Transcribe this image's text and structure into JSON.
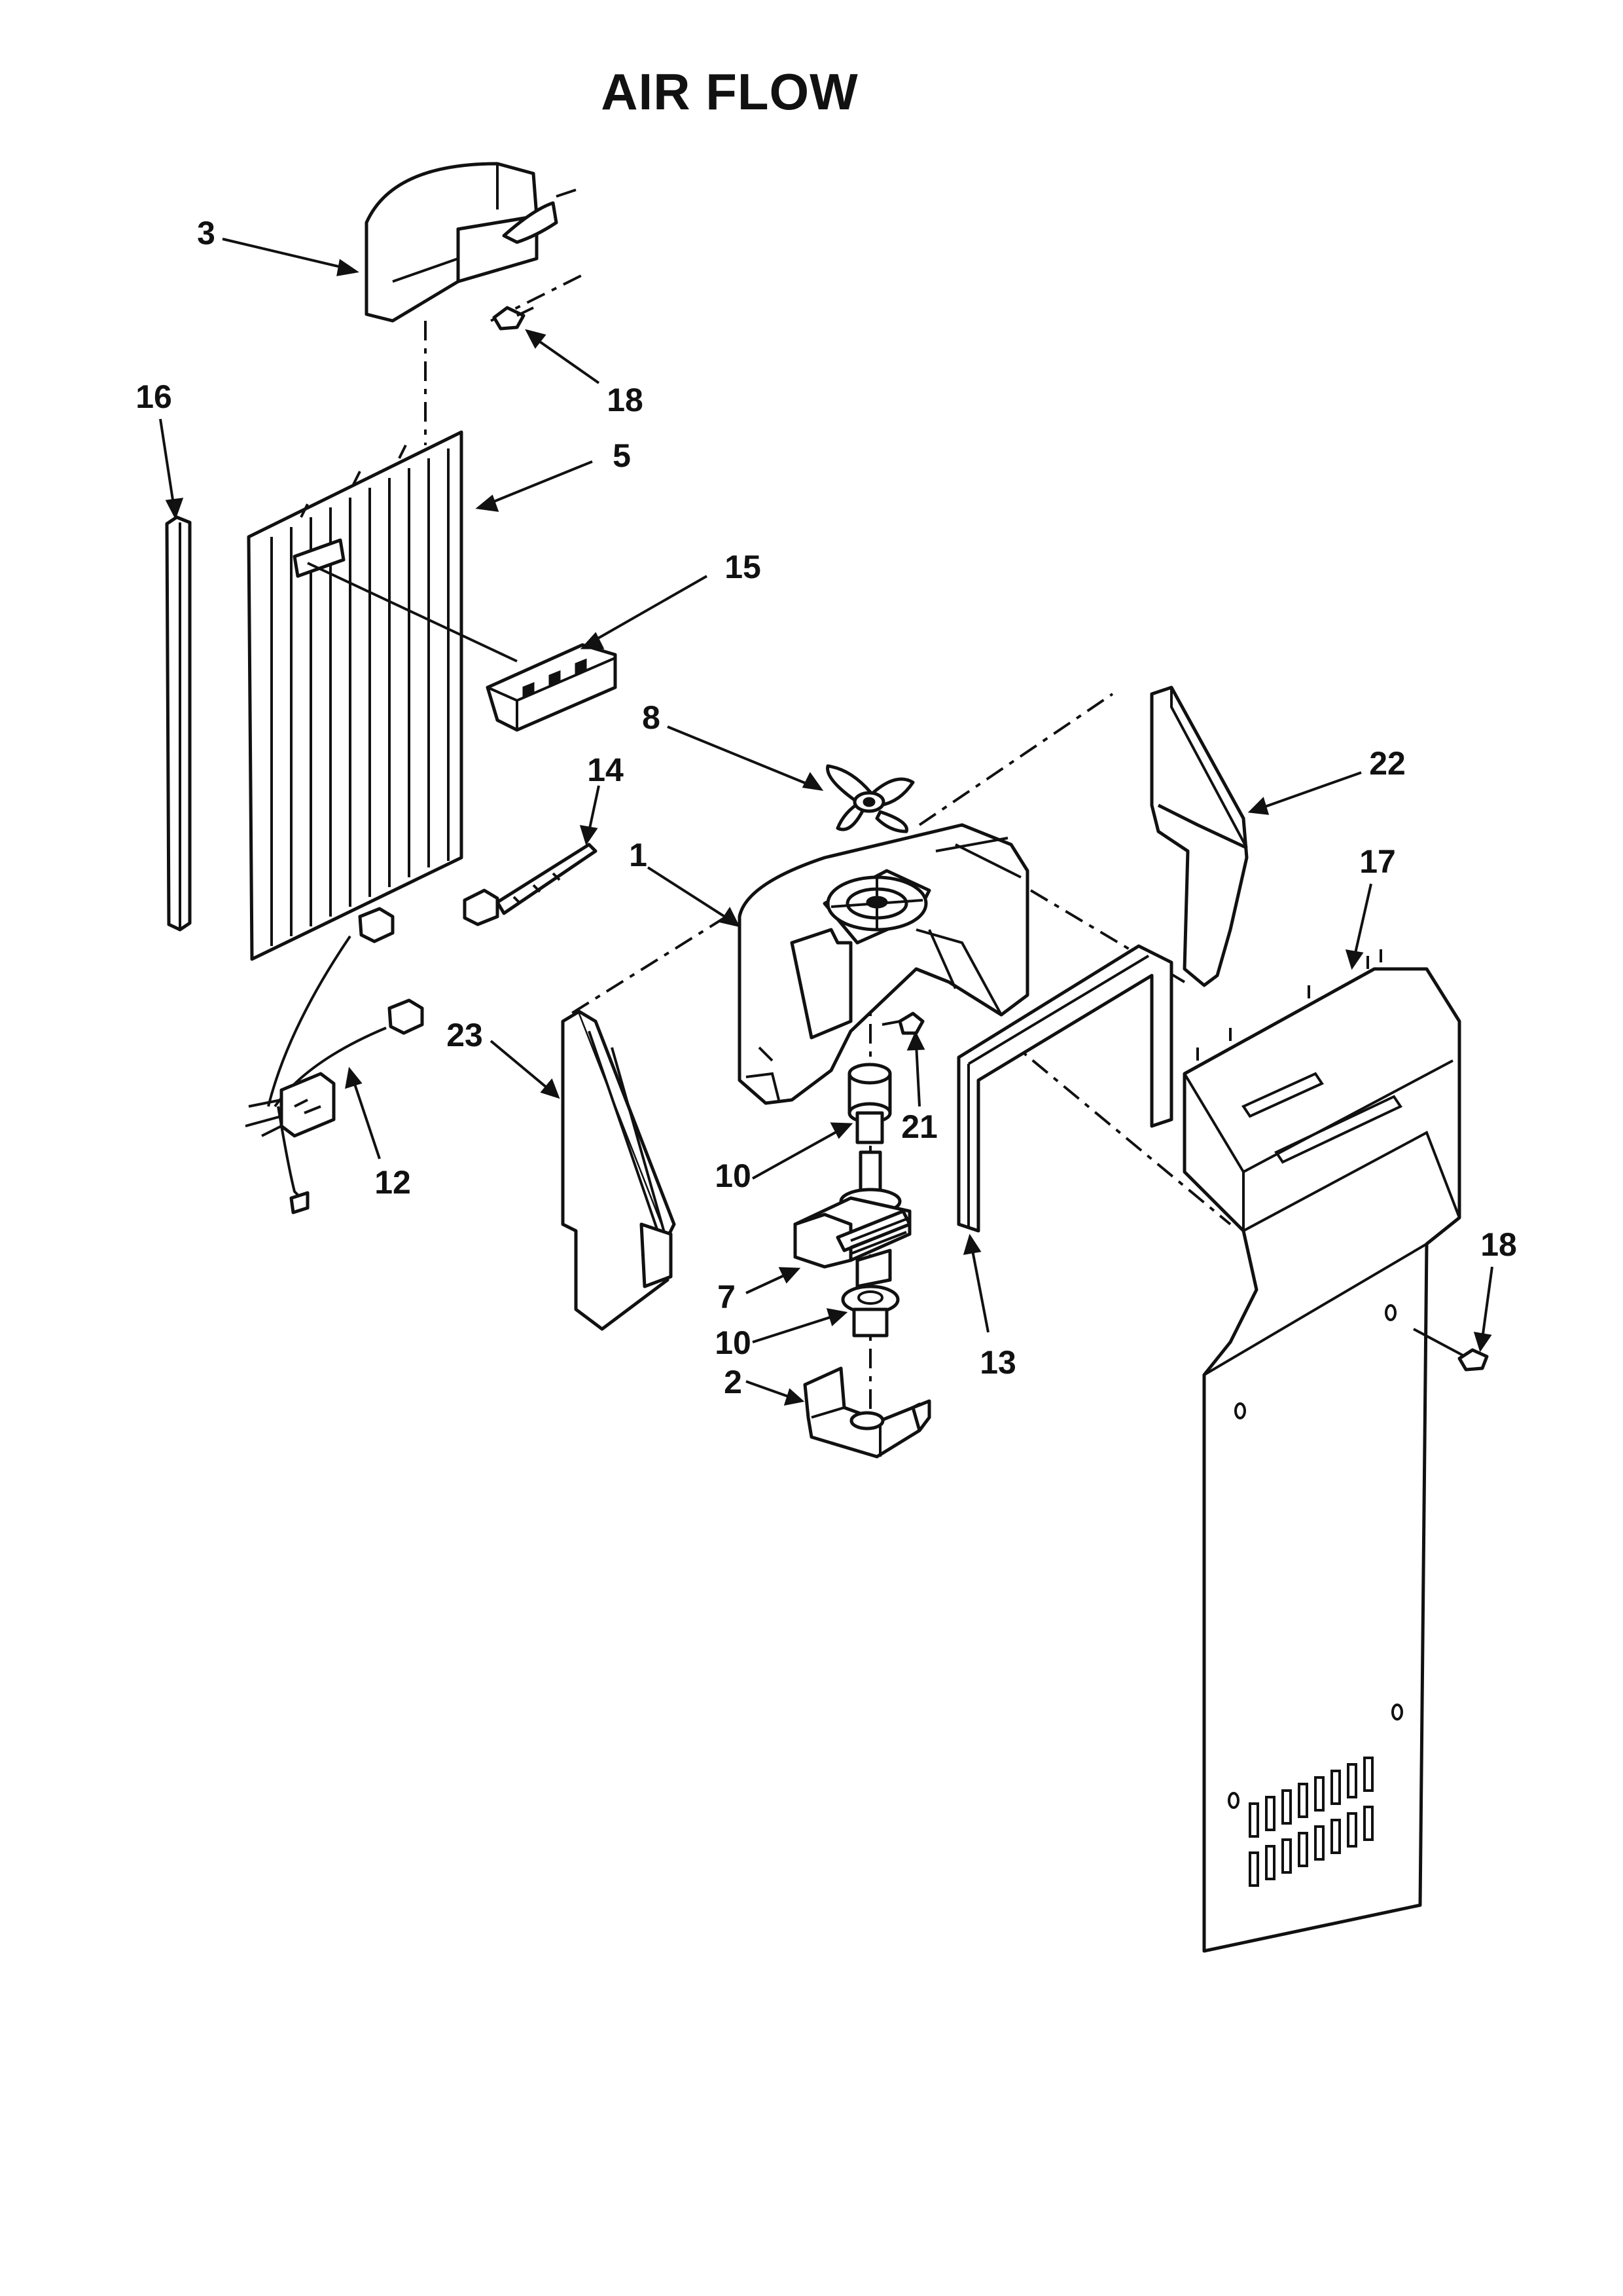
{
  "title": "AIR FLOW",
  "parts": [
    {
      "key": "evaporator-cover",
      "callout": "3"
    },
    {
      "key": "screw-top",
      "callout": "18"
    },
    {
      "key": "vertical-strip",
      "callout": "16"
    },
    {
      "key": "evaporator-grille",
      "callout": "5"
    },
    {
      "key": "thermistor-bracket",
      "callout": "15"
    },
    {
      "key": "fan-blade",
      "callout": "8"
    },
    {
      "key": "air-duct-right",
      "callout": "22"
    },
    {
      "key": "thermistor",
      "callout": "14"
    },
    {
      "key": "fan-housing",
      "callout": "1"
    },
    {
      "key": "rear-panel",
      "callout": "17"
    },
    {
      "key": "air-duct-left",
      "callout": "23"
    },
    {
      "key": "wire-harness",
      "callout": "12"
    },
    {
      "key": "screw-housing",
      "callout": "21"
    },
    {
      "key": "grommet-upper",
      "callout": "10"
    },
    {
      "key": "fan-motor",
      "callout": "7"
    },
    {
      "key": "grommet-lower",
      "callout": "10"
    },
    {
      "key": "motor-bracket",
      "callout": "2"
    },
    {
      "key": "gasket-seal",
      "callout": "13"
    },
    {
      "key": "screw-panel",
      "callout": "18"
    }
  ]
}
